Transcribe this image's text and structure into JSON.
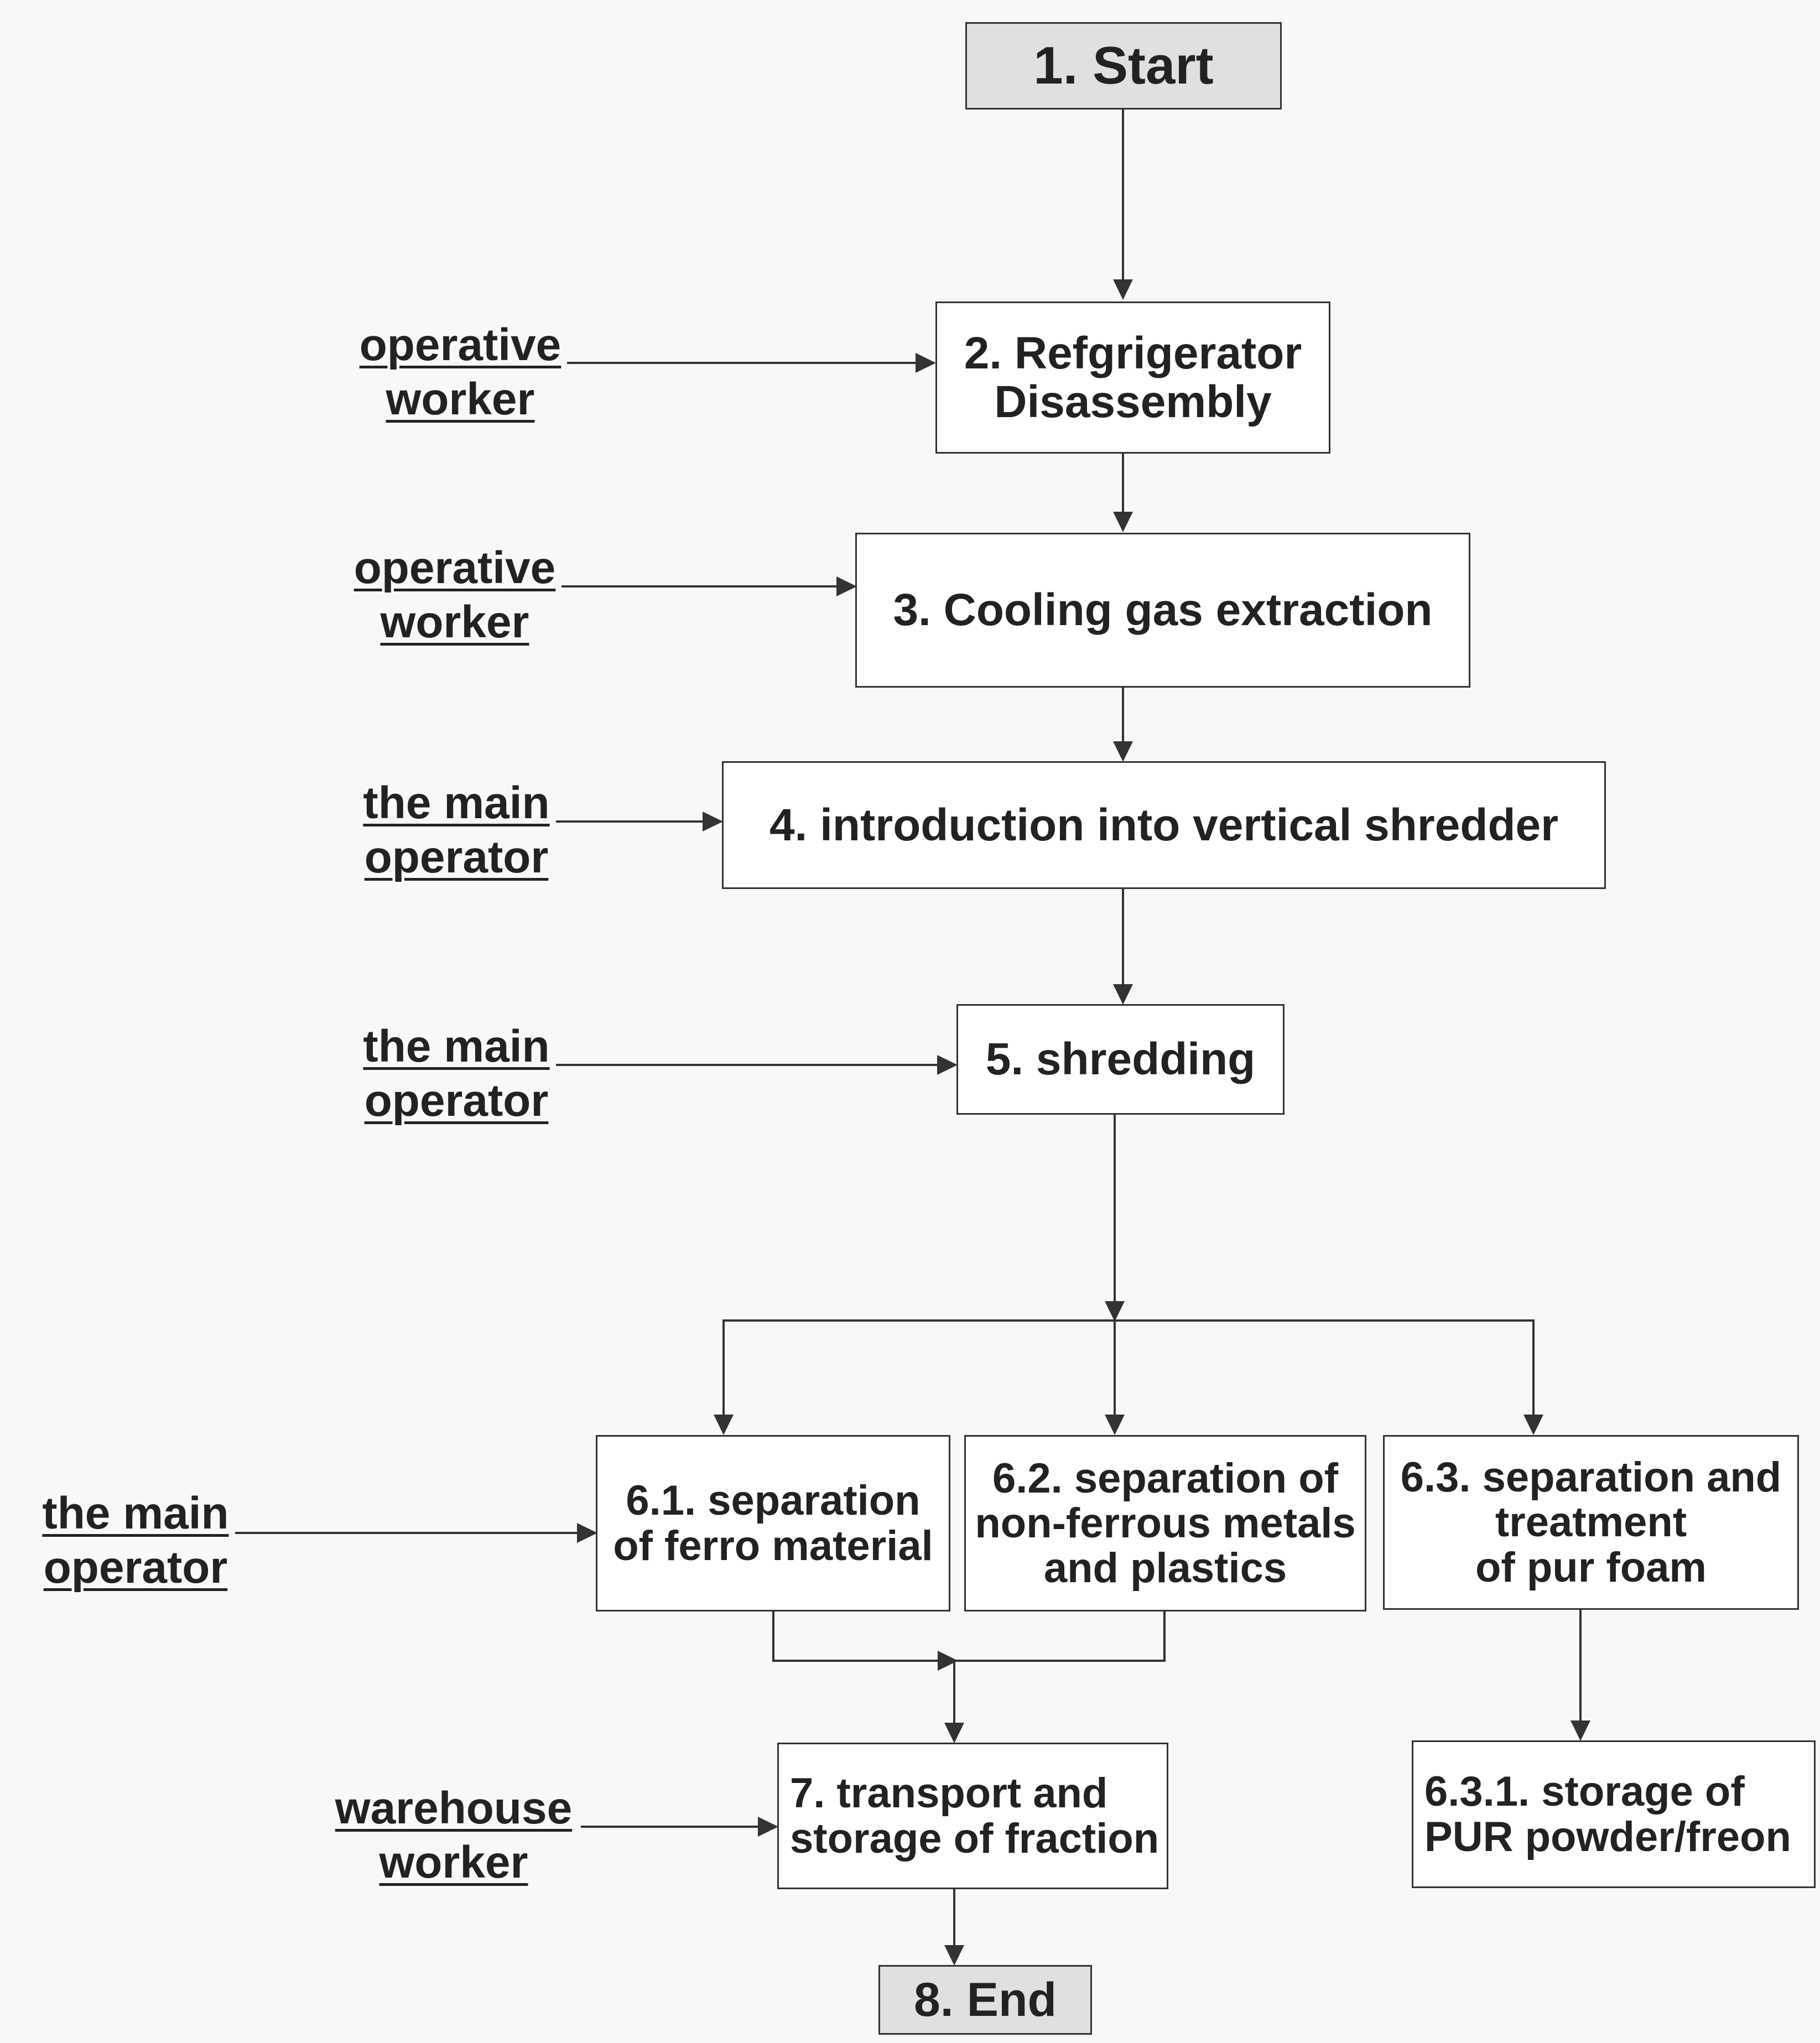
{
  "colors": {
    "background": "#f8f8f8",
    "terminal_fill": "#e0e0e0",
    "box_fill": "#ffffff",
    "line": "#333333"
  },
  "nodes": {
    "n1": "1. Start",
    "n2": "2. Refgrigerator\nDisassembly",
    "n3": "3. Cooling gas extraction",
    "n4": "4. introduction into vertical shredder",
    "n5": "5. shredding",
    "n61": "6.1. separation\nof ferro material",
    "n62": "6.2. separation of\nnon-ferrous metals\nand plastics",
    "n63": "6.3. separation and\ntreatment\nof pur foam",
    "n631": "6.3.1. storage of\nPUR powder/freon",
    "n7": "7. transport and\nstorage of fraction",
    "n8": "8. End"
  },
  "roles": {
    "r2": [
      "operative",
      "worker"
    ],
    "r3": [
      "operative",
      "worker"
    ],
    "r4": [
      "the main",
      "operator"
    ],
    "r5": [
      "the main",
      "operator"
    ],
    "r6": [
      "the main",
      "operator"
    ],
    "r7": [
      "warehouse",
      "worker"
    ]
  }
}
